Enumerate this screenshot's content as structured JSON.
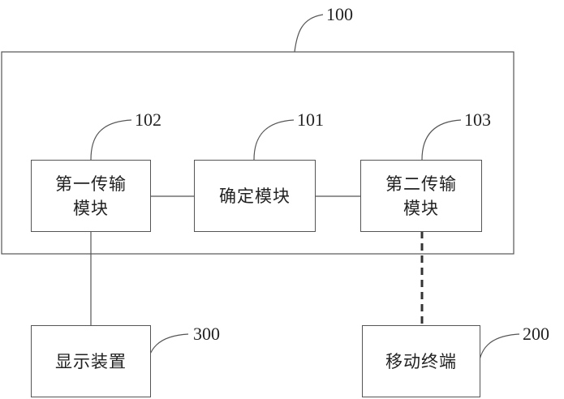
{
  "container": {
    "ref": "100"
  },
  "modules": [
    {
      "id": "first-transmission",
      "label_line1": "第一传输",
      "label_line2": "模块",
      "ref": "102"
    },
    {
      "id": "determination",
      "label": "确定模块",
      "ref": "101"
    },
    {
      "id": "second-transmission",
      "label_line1": "第二传输",
      "label_line2": "模块",
      "ref": "103"
    }
  ],
  "external": [
    {
      "id": "display-device",
      "label": "显示装置",
      "ref": "300"
    },
    {
      "id": "mobile-terminal",
      "label": "移动终端",
      "ref": "200"
    }
  ],
  "colors": {
    "line": "#555555",
    "text": "#222222"
  }
}
